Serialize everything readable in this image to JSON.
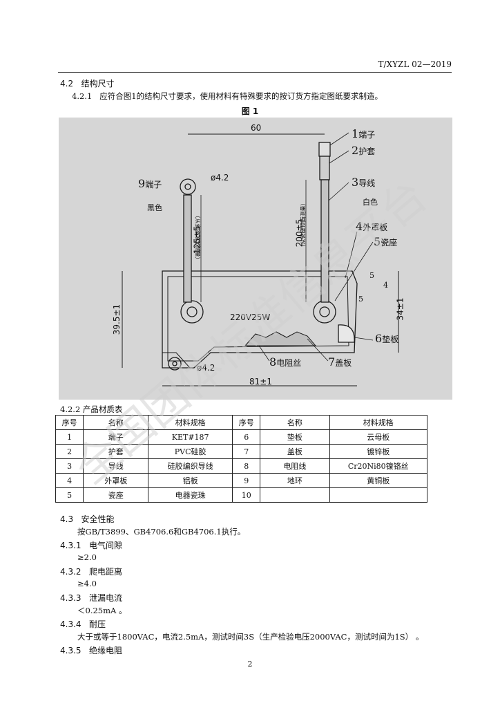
{
  "header": {
    "doc_code": "T/XYZL 02—2019"
  },
  "s42": {
    "num": "4.2",
    "title": "结构尺寸",
    "s421": {
      "num": "4.2.1",
      "text": "应符合图1的结构尺寸要求，使用材料有特殊要求的按订货方指定图纸要求制造。"
    }
  },
  "figure": {
    "title": "图 1",
    "dims": {
      "top_width": "60",
      "hole_dia_1": "ø4.2",
      "hole_dia_2": "ø4.2",
      "lead_length_left": "125±5",
      "lead_length_right": "200±5",
      "measure_note_left": "（从瓷座顶面测量）",
      "measure_note_right": "（从瓷座顶面测量）",
      "height_left": "39.5±1",
      "height_right": "34±1",
      "bottom_width": "81±1",
      "dim_5_a": "5",
      "dim_4": "4",
      "dim_5_b": "5",
      "rating": "220V25W"
    },
    "callouts": [
      {
        "num": "1",
        "label": "端子"
      },
      {
        "num": "2",
        "label": "护套"
      },
      {
        "num": "3",
        "label": "导线"
      },
      {
        "num": "",
        "label": "白色"
      },
      {
        "num": "4",
        "label": "外罩板"
      },
      {
        "num": "5",
        "label": "瓷座"
      },
      {
        "num": "6",
        "label": "垫板"
      },
      {
        "num": "7",
        "label": "盖板"
      },
      {
        "num": "8",
        "label": "电阻丝"
      },
      {
        "num": "9",
        "label": "端子"
      },
      {
        "num": "",
        "label": "黑色"
      }
    ]
  },
  "s422": {
    "title": "4.2.2 产品材质表"
  },
  "table": {
    "headers": [
      "序号",
      "名称",
      "材料规格",
      "序号",
      "名称",
      "材料规格"
    ],
    "rows": [
      [
        "1",
        "端子",
        "KET#187",
        "6",
        "垫板",
        "云母板"
      ],
      [
        "2",
        "护套",
        "PVC硅胶",
        "7",
        "盖板",
        "镀锌板"
      ],
      [
        "3",
        "导线",
        "硅胶编织导线",
        "8",
        "电阻线",
        "Cr20Ni80镍铬丝"
      ],
      [
        "4",
        "外罩板",
        "铝板",
        "9",
        "地环",
        "黄铜板"
      ],
      [
        "5",
        "瓷座",
        "电器瓷珠",
        "10",
        "",
        ""
      ]
    ]
  },
  "s43": {
    "num": "4.3",
    "title": "安全性能",
    "text": "按GB/T3899、GB4706.6和GB4706.1执行。"
  },
  "s431": {
    "num": "4.3.1",
    "title": "电气间隙",
    "value": "≥2.0"
  },
  "s432": {
    "num": "4.3.2",
    "title": "爬电距离",
    "value": "≥4.0"
  },
  "s433": {
    "num": "4.3.3",
    "title": "泄漏电流",
    "value": "＜0.25mA 。"
  },
  "s434": {
    "num": "4.3.4",
    "title": "耐压",
    "value": "大于或等于1800VAC，电流2.5mA，测试时间3S（生产检验电压2000VAC，测试时间为1S）  。"
  },
  "s435": {
    "num": "4.3.5",
    "title": "绝缘电阻"
  },
  "watermark": {
    "text": "全国团体标准信息平台"
  },
  "page_number": "2",
  "colors": {
    "figure_bg": "#d6d6d6",
    "ink": "#111111",
    "watermark": "#cfcfcf"
  }
}
